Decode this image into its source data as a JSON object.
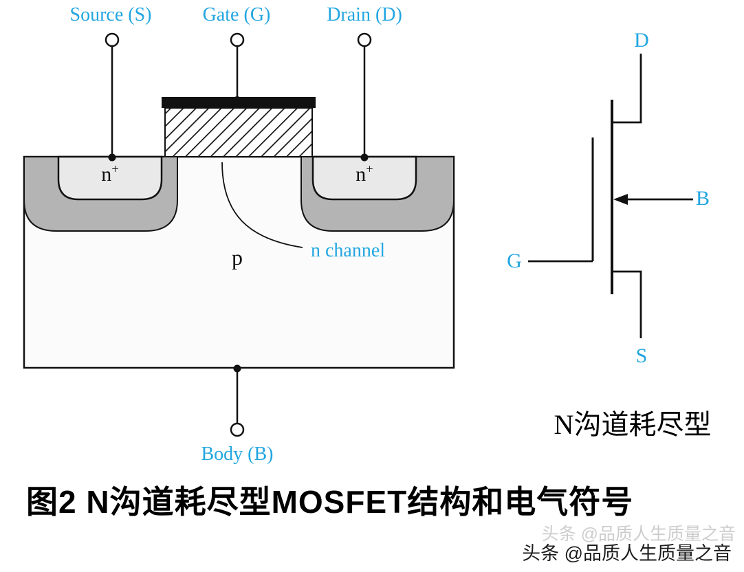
{
  "figure": {
    "caption": "图2 N沟道耗尽型MOSFET结构和电气符号",
    "watermark": "头条 @品质人生质量之音",
    "watermark_ghost": "头条 @品质人生质量之音"
  },
  "colors": {
    "terminal_label": "#22a6e0",
    "line": "#111111",
    "substrate_fill": "#fbfbfb",
    "well_fill": "#e9e9e9",
    "n_region_gray": "#b4b4b4"
  },
  "structure": {
    "source_label": "Source (S)",
    "gate_label": "Gate (G)",
    "drain_label": "Drain (D)",
    "body_label": "Body (B)",
    "left_well": {
      "base": "n",
      "sup": "+"
    },
    "right_well": {
      "base": "n",
      "sup": "+"
    },
    "substrate_label": "p",
    "channel_label": "n channel"
  },
  "symbol": {
    "drain": "D",
    "gate": "G",
    "body": "B",
    "source": "S",
    "caption": "N沟道耗尽型"
  }
}
